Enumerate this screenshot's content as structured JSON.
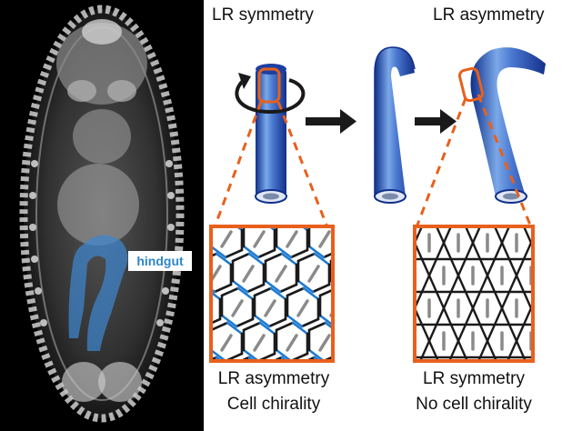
{
  "left_panel": {
    "tag": "hindgut",
    "colors": {
      "background": "#000000",
      "tissue": "#d8d8d8",
      "hindgut_overlay": "#3f86cf",
      "tag_text": "#2e86c8"
    }
  },
  "diagram": {
    "titles": {
      "left": "LR symmetry",
      "right": "LR asymmetry"
    },
    "captions": {
      "left": [
        "LR asymmetry",
        "Cell chirality"
      ],
      "right": [
        "LR symmetry",
        "No cell chirality"
      ]
    },
    "colors": {
      "tube_dark": "#0f2f8a",
      "tube_light": "#7aa8e8",
      "highlight": "#e8601c",
      "arrow": "#1a1a1a",
      "cell_edge_blue": "#1f7ad0",
      "cell_edge_dark": "#1a1a1a",
      "cell_nucleus": "#8a8a8a"
    },
    "icons": [
      "rotation-arrow-icon",
      "right-arrow-icon"
    ]
  }
}
